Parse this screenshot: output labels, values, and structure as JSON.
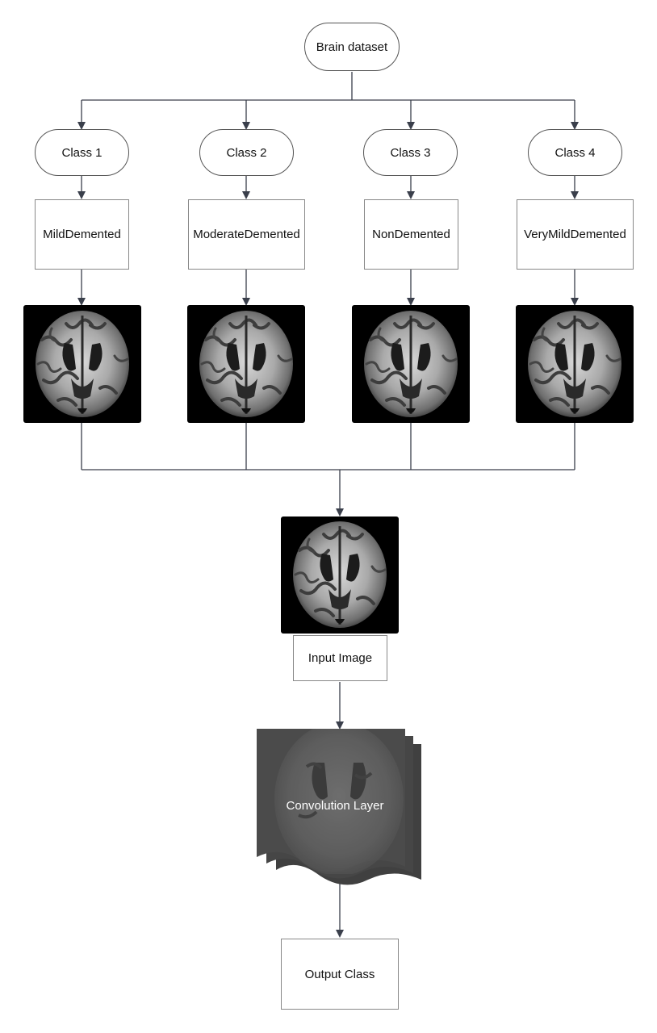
{
  "root": {
    "label": "Brain dataset"
  },
  "classes": [
    {
      "class_label": "Class 1",
      "category": "MildDemented"
    },
    {
      "class_label": "Class 2",
      "category": "ModerateDemented"
    },
    {
      "class_label": "Class 3",
      "category": "NonDemented"
    },
    {
      "class_label": "Class 4",
      "category": "VeryMildDemented"
    }
  ],
  "input": {
    "label": "Input Image"
  },
  "conv": {
    "label": "Convolution Layer"
  },
  "output": {
    "label": "Output Class"
  },
  "colors": {
    "line": "#3a3f4b",
    "box_border": "#888888",
    "image_bg": "#000000",
    "layer_fill": "#4a4a4a"
  }
}
